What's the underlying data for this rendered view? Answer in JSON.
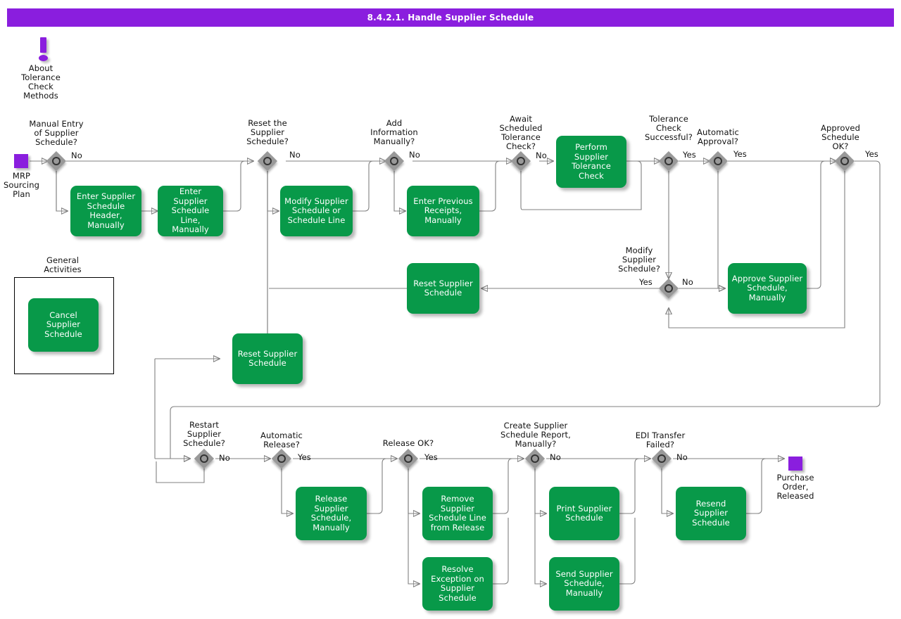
{
  "title": "8.4.2.1. Handle Supplier Schedule",
  "annotation": {
    "icon": "exclamation-marker-icon",
    "label": "About\nTolerance\nCheck\nMethods"
  },
  "colors": {
    "brand_purple": "#8A1EDE",
    "task_green": "#089949",
    "gateway_gray": "#999999",
    "connector_gray": "#808080"
  },
  "events": [
    {
      "id": "mrp-sourcing-plan",
      "label": "MRP\nSourcing\nPlan"
    },
    {
      "id": "purchase-order-released",
      "label": "Purchase\nOrder,\nReleased"
    }
  ],
  "groups": [
    {
      "id": "general-activities",
      "label": "General\nActivities"
    }
  ],
  "gateways": [
    {
      "id": "manual-entry-of-supplier-schedule",
      "label": "Manual Entry\nof Supplier\nSchedule?",
      "flag": "No"
    },
    {
      "id": "reset-the-supplier-schedule",
      "label": "Reset the\nSupplier\nSchedule?",
      "flag": "No"
    },
    {
      "id": "add-information-manually",
      "label": "Add\nInformation\nManually?",
      "flag": "No"
    },
    {
      "id": "await-scheduled-tolerance-check",
      "label": "Await\nScheduled\nTolerance\nCheck?",
      "flag": "No"
    },
    {
      "id": "tolerance-check-successful",
      "label": "Tolerance\nCheck\nSuccessful?",
      "flag": "Yes"
    },
    {
      "id": "automatic-approval",
      "label": "Automatic\nApproval?",
      "flag": "Yes"
    },
    {
      "id": "approved-schedule-ok",
      "label": "Approved\nSchedule\nOK?",
      "flag": "Yes"
    },
    {
      "id": "modify-supplier-schedule",
      "label": "Modify\nSupplier\nSchedule?",
      "flag": "No",
      "flag2": "Yes"
    },
    {
      "id": "restart-supplier-schedule",
      "label": "Restart\nSupplier\nSchedule?",
      "flag": "No"
    },
    {
      "id": "automatic-release",
      "label": "Automatic\nRelease?",
      "flag": "Yes"
    },
    {
      "id": "release-ok",
      "label": "Release OK?",
      "flag": "Yes"
    },
    {
      "id": "create-supplier-schedule-report-manually",
      "label": "Create Supplier\nSchedule Report,\nManually?",
      "flag": "No"
    },
    {
      "id": "edi-transfer-failed",
      "label": "EDI Transfer\nFailed?",
      "flag": "No"
    }
  ],
  "tasks": [
    {
      "id": "enter-supplier-schedule-header-manually",
      "label": "Enter Supplier\nSchedule\nHeader,\nManually"
    },
    {
      "id": "enter-supplier-schedule-line-manually",
      "label": "Enter Supplier\nSchedule Line,\nManually"
    },
    {
      "id": "modify-supplier-schedule-or-schedule-line",
      "label": "Modify Supplier\nSchedule or\nSchedule Line"
    },
    {
      "id": "enter-previous-receipts-manually",
      "label": "Enter Previous\nReceipts,\nManually"
    },
    {
      "id": "perform-supplier-tolerance-check",
      "label": "Perform\nSupplier\nTolerance Check"
    },
    {
      "id": "approve-supplier-schedule-manually",
      "label": "Approve\nSupplier\nSchedule,\nManually"
    },
    {
      "id": "reset-supplier-schedule-upper",
      "label": "Reset Supplier\nSchedule"
    },
    {
      "id": "reset-supplier-schedule-lower",
      "label": "Reset Supplier\nSchedule"
    },
    {
      "id": "cancel-supplier-schedule",
      "label": "Cancel Supplier\nSchedule"
    },
    {
      "id": "release-supplier-schedule-manually",
      "label": "Release Supplier\nSchedule,\nManually"
    },
    {
      "id": "remove-supplier-schedule-line-from-release",
      "label": "Remove\nSupplier\nSchedule Line\nfrom Release"
    },
    {
      "id": "resolve-exception-on-supplier-schedule",
      "label": "Resolve\nException on\nSupplier\nSchedule"
    },
    {
      "id": "print-supplier-schedule",
      "label": "Print Supplier\nSchedule"
    },
    {
      "id": "send-supplier-schedule-manually",
      "label": "Send Supplier\nSchedule,\nManually"
    },
    {
      "id": "resend-supplier-schedule",
      "label": "Resend Supplier\nSchedule"
    }
  ]
}
